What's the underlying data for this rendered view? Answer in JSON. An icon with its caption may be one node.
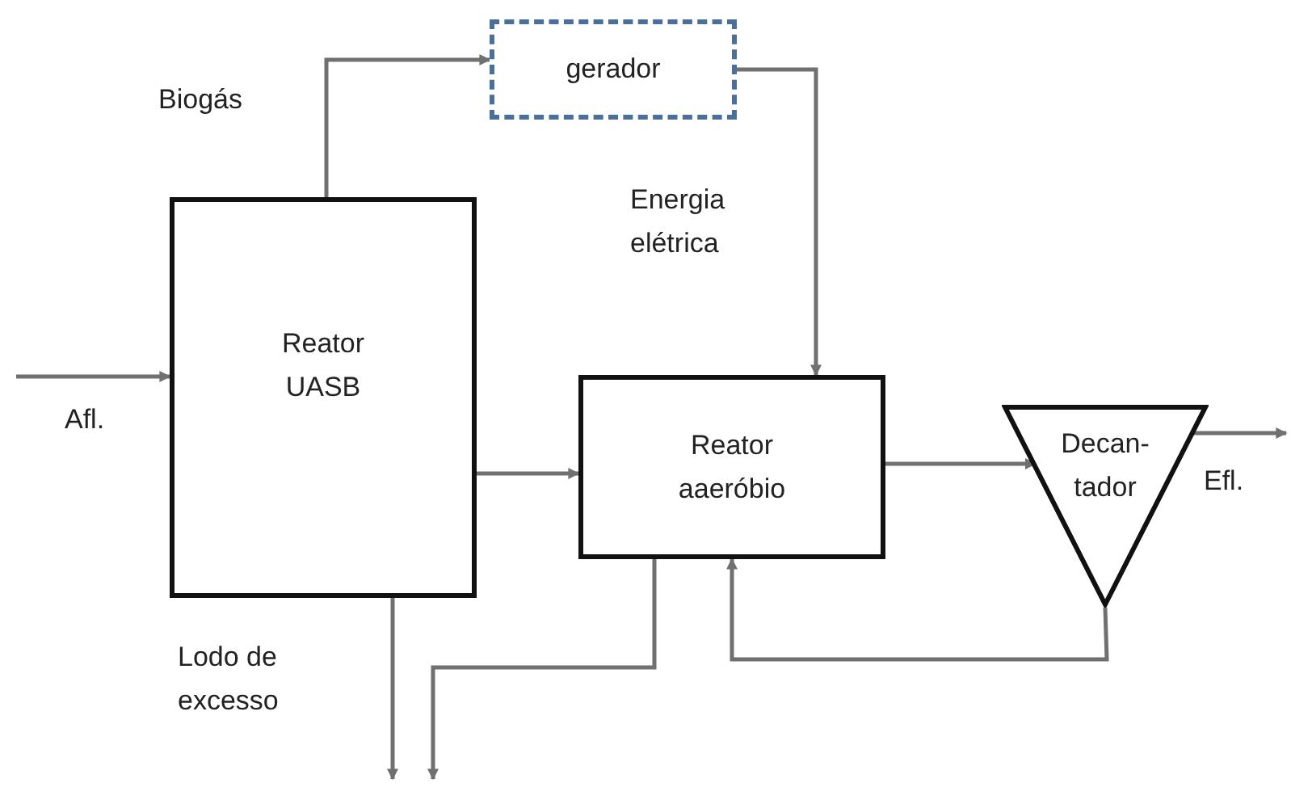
{
  "diagram": {
    "nodes": [
      {
        "text": [
          "Reator UASB"
        ]
      },
      {
        "text": [
          "gerador"
        ]
      },
      {
        "text": [
          "Reator aaeróbio"
        ]
      },
      {
        "text": [
          "Decan-tador"
        ]
      }
    ],
    "edges": [
      {
        "from": null,
        "to": 0,
        "arrow": "to",
        "label": "Afl."
      },
      {
        "from": 0,
        "to": 1,
        "arrow": "to",
        "label": "Biogás"
      },
      {
        "from": 1,
        "to": 2,
        "arrow": "to",
        "label": "Energia elétrica"
      },
      {
        "from": 0,
        "to": 2,
        "arrow": "to"
      },
      {
        "from": 2,
        "to": 3,
        "arrow": "to"
      },
      {
        "from": 3,
        "to": null,
        "arrow": "to",
        "label": "Efl."
      },
      {
        "from": 3,
        "to": 2,
        "arrow": "to"
      },
      {
        "from": 0,
        "to": null,
        "arrow": "to"
      },
      {
        "from": 2,
        "to": null,
        "arrow": "to"
      }
    ],
    "labels": [
      "Lodo de excesso"
    ]
  }
}
